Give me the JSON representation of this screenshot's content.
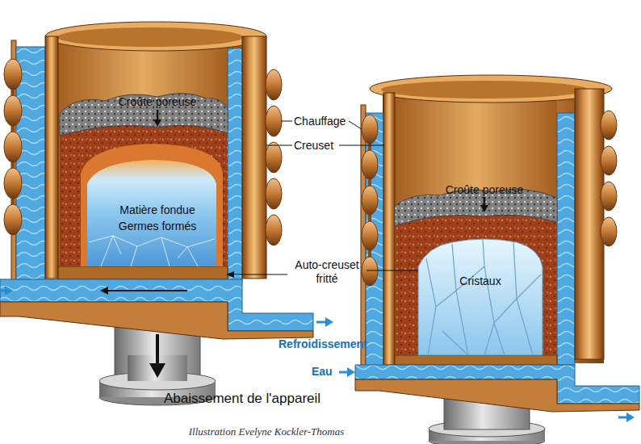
{
  "diagram": {
    "caption": "Illustration Evelyne Kockler-Thomas",
    "labels": [
      "Croûte poreuse",
      "Matière fondue",
      "Germes formés",
      "Chauffage",
      "Creuset",
      "Croûte poreuse",
      "Auto-creuset fritté",
      "Cristaux",
      "Refroidissement",
      "Eau",
      "Abaissement de l'appareil"
    ]
  }
}
